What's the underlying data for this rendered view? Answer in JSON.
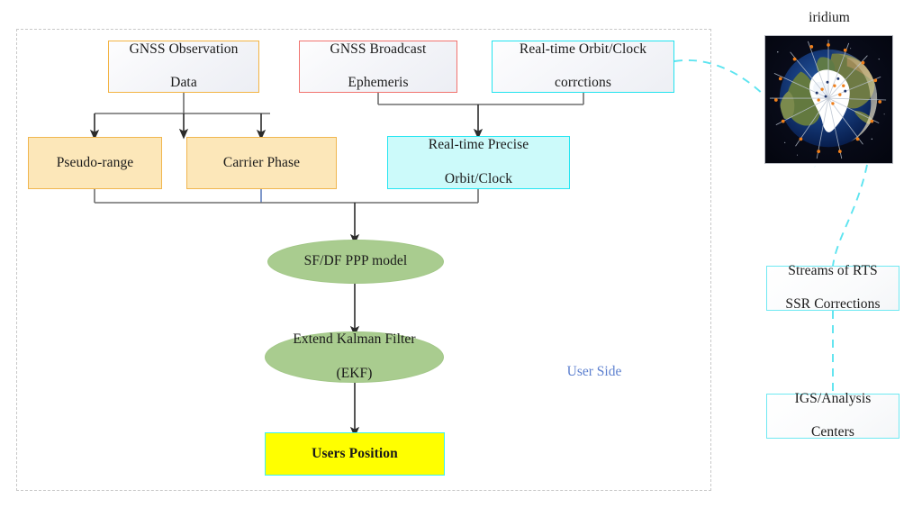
{
  "diagram": {
    "title_visible": false,
    "user_side_label": "User Side",
    "satellite_label": "iridium",
    "colors": {
      "orange_border": "#f3b444",
      "orange_fill": "#fce7b9",
      "red_border": "#f1736f",
      "cyan_border": "#22e3ef",
      "cyan_fill": "#ccfafa",
      "green_ellipse": "#a9cc8f",
      "yellow_fill": "#ffff00",
      "user_side_text": "#5d80cf",
      "boundary_dash": "#c8c8c8",
      "connector_gray": "#6e6e6e",
      "connector_cyan_dashed": "#5de4f0"
    },
    "nodes": {
      "gnss_observation_data": "GNSS Observation Data",
      "gnss_broadcast_ephemeris": "GNSS Broadcast Ephemeris",
      "realtime_orbit_clock_corrections": "Real-time Orbit/Clock corrctions",
      "pseudo_range": "Pseudo-range",
      "carrier_phase": "Carrier Phase",
      "realtime_precise_orbit_clock": "Real-time Precise Orbit/Clock",
      "sf_df_ppp_model": "SF/DF PPP model",
      "extend_kalman_filter": "Extend Kalman Filter (EKF)",
      "users_position": "Users Position",
      "streams_rts_ssr": "Streams of RTS SSR Corrections",
      "igs_analysis_centers": "IGS/Analysis Centers"
    },
    "node_lines": {
      "gnss_observation_data": [
        "GNSS Observation",
        "Data"
      ],
      "gnss_broadcast_ephemeris": [
        "GNSS Broadcast",
        "Ephemeris"
      ],
      "realtime_orbit_clock_corrections": [
        "Real-time Orbit/Clock",
        "corrctions"
      ],
      "pseudo_range": [
        "Pseudo-range"
      ],
      "carrier_phase": [
        "Carrier Phase"
      ],
      "realtime_precise_orbit_clock": [
        "Real-time Precise",
        "Orbit/Clock"
      ],
      "sf_df_ppp_model": [
        "SF/DF PPP model"
      ],
      "extend_kalman_filter": [
        "Extend Kalman Filter",
        "(EKF)"
      ],
      "users_position": [
        "Users Position"
      ],
      "streams_rts_ssr": [
        "Streams of RTS",
        "SSR Corrections"
      ],
      "igs_analysis_centers": [
        "IGS/Analysis",
        "Centers"
      ]
    }
  }
}
